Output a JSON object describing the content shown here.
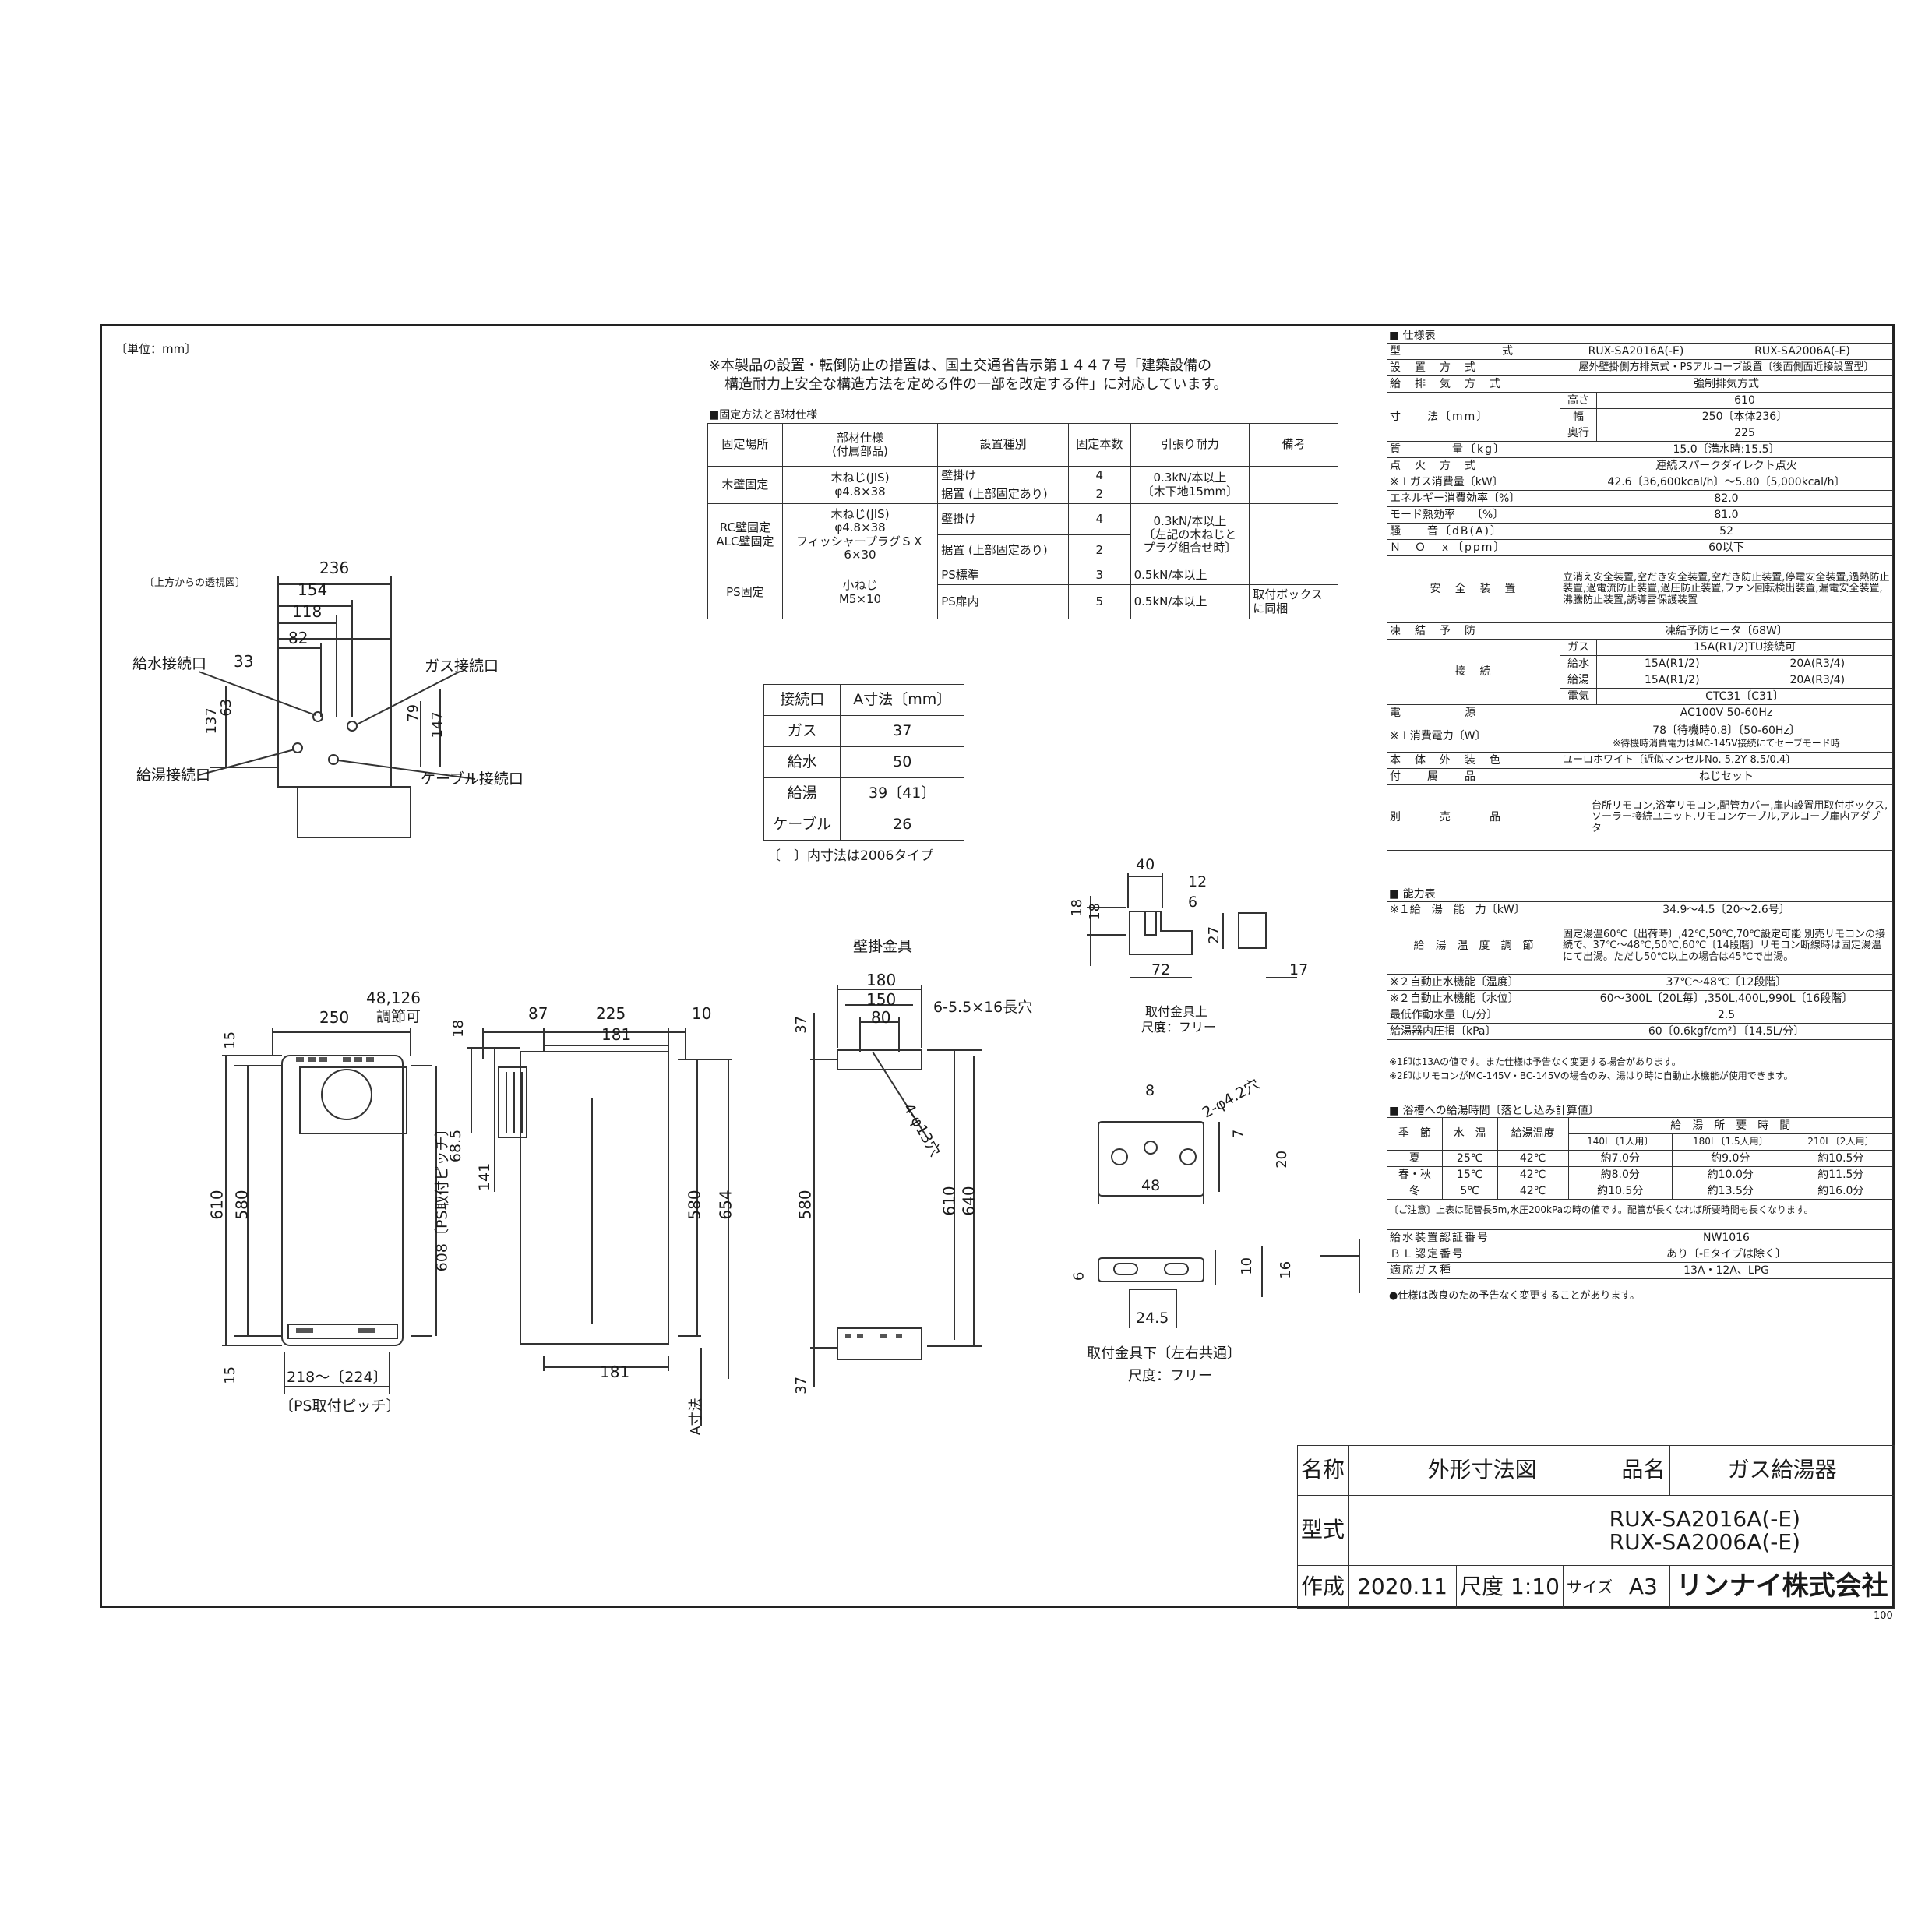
{
  "unit_note": "〔単位：mm〕",
  "notice": {
    "line1": "※本製品の設置・転倒防止の措置は、国土交通省告示第１４４７号「建築設備の",
    "line2": "構造耐力上安全な構造方法を定める件の一部を改定する件」に対応しています。"
  },
  "fix_table": {
    "title": "■固定方法と部材仕様",
    "headers": [
      "固定場所",
      "部材仕様\n(付属部品)",
      "設置種別",
      "固定本数",
      "引張り耐力",
      "備考"
    ],
    "rows": [
      [
        "木壁固定",
        "木ねじ(JIS)\nφ4.8×38",
        "壁掛け",
        "4",
        "0.3kN/本以上\n〔木下地15mm〕",
        ""
      ],
      [
        "",
        "",
        "据置 (上部固定あり)",
        "2",
        "",
        ""
      ],
      [
        "RC壁固定\nALC壁固定",
        "木ねじ(JIS)\nφ4.8×38\nフィッシャープラグＳＸ\n6×30",
        "壁掛け",
        "4",
        "0.3kN/本以上\n〔左記の木ねじと\nプラグ組合せ時〕",
        ""
      ],
      [
        "",
        "",
        "据置 (上部固定あり)",
        "2",
        "",
        ""
      ],
      [
        "PS固定",
        "小ねじ\nM5×10",
        "PS標準",
        "3",
        "0.5kN/本以上",
        ""
      ],
      [
        "",
        "",
        "PS扉内",
        "5",
        "0.5kN/本以上",
        "取付ボックス\nに同梱"
      ]
    ]
  },
  "a_table": {
    "headers": [
      "接続口",
      "A寸法〔mm〕"
    ],
    "rows": [
      [
        "ガス",
        "37"
      ],
      [
        "給水",
        "50"
      ],
      [
        "給湯",
        "39〔41〕"
      ],
      [
        "ケーブル",
        "26"
      ]
    ],
    "note": "〔　〕内寸法は2006タイプ"
  },
  "top_view": {
    "caption": "〔上方からの透視図〕",
    "dims": [
      "236",
      "154",
      "118",
      "82",
      "33",
      "63",
      "137",
      "79",
      "147"
    ],
    "labels": [
      "給水接続口",
      "ガス接続口",
      "給湯接続口",
      "ケーブル接続口"
    ]
  },
  "front_view": {
    "dims": [
      "250",
      "48,126",
      "調節可",
      "610",
      "580",
      "15",
      "15",
      "608〔PS取付ピッチ〕",
      "218〜〔224〕",
      "〔PS取付ピッチ〕"
    ]
  },
  "side_view": {
    "dims": [
      "18",
      "87",
      "225",
      "10",
      "181",
      "68.5",
      "141",
      "580",
      "654",
      "181",
      "A寸法"
    ]
  },
  "bracket_view": {
    "title": "壁掛金具",
    "dims": [
      "180",
      "150",
      "80",
      "6-5.5×16長穴",
      "4-φ13穴",
      "37",
      "580",
      "610",
      "640",
      "37"
    ]
  },
  "upper_bracket": {
    "dims": [
      "40",
      "12",
      "6",
      "18",
      "18",
      "27",
      "72",
      "17"
    ],
    "caption": "取付金具上",
    "scale": "尺度：フリー"
  },
  "lower_bracket": {
    "dims": [
      "8",
      "2-φ4.2穴",
      "7",
      "20",
      "48",
      "6",
      "10",
      "16",
      "24.5"
    ],
    "caption": "取付金具下〔左右共通〕",
    "scale": "尺度：フリー"
  },
  "spec": {
    "title": "■ 仕様表",
    "rows": [
      {
        "label": "型　　　　　　　　式",
        "v1": "RUX-SA2016A(-E)",
        "v2": "RUX-SA2006A(-E)"
      },
      {
        "label": "設　置　方　式",
        "v": "屋外壁掛側方排気式・PSアルコーブ設置〔後面側面近接設置型〕"
      },
      {
        "label": "給　排　気　方　式",
        "v": "強制排気方式"
      },
      {
        "label": "寸　　法〔mm〕",
        "sub": [
          "高さ",
          "幅",
          "奥行"
        ],
        "vals": [
          "610",
          "250〔本体236〕",
          "225"
        ]
      },
      {
        "label": "質　　　　量〔kg〕",
        "v": "15.0〔満水時:15.5〕"
      },
      {
        "label": "点　火　方　式",
        "v": "連続スパークダイレクト点火"
      },
      {
        "label": "※１ガス消費量〔kW〕",
        "v": "42.6〔36,600kcal/h〕〜5.80〔5,000kcal/h〕"
      },
      {
        "label": "エネルギー消費効率〔%〕",
        "v": "82.0"
      },
      {
        "label": "モード熱効率　　〔%〕",
        "v": "81.0"
      },
      {
        "label": "騒　　音〔dB(A)〕",
        "v": "52"
      },
      {
        "label": "Ｎ　Ｏ　ｘ〔ppm〕",
        "v": "60以下"
      },
      {
        "label": "安　全　装　置",
        "v": "立消え安全装置,空だき安全装置,空だき防止装置,停電安全装置,過熱防止装置,過電流防止装置,過圧防止装置,ファン回転検出装置,漏電安全装置,沸騰防止装置,誘導雷保護装置"
      },
      {
        "label": "凍　結　予　防",
        "v": "凍結予防ヒータ〔68W〕"
      },
      {
        "label": "接　続",
        "sub": [
          "ガス",
          "給水",
          "給湯",
          "電気"
        ],
        "vals": [
          "15A(R1/2)TU接続可",
          "15A(R1/2)|20A(R3/4)",
          "15A(R1/2)|20A(R3/4)",
          "CTC31〔C31〕"
        ]
      },
      {
        "label": "電　　　　　源",
        "v": "AC100V 50-60Hz"
      },
      {
        "label": "※１消費電力〔W〕",
        "v": "78〔待機時0.8〕〔50-60Hz〕",
        "v_extra": "※待機時消費電力はMC-145V接続にてセーブモード時"
      },
      {
        "label": "本　体　外　装　色",
        "v": "ユーロホワイト〔近似マンセルNo. 5.2Y 8.5/0.4〕"
      },
      {
        "label": "付　　属　　品",
        "v": "ねじセット"
      },
      {
        "label": "別　　　売　　　品",
        "v": "台所リモコン,浴室リモコン,配管カバー,扉内設置用取付ボックス,ソーラー接続ユニット,リモコンケーブル,アルコーブ扉内アダプタ"
      }
    ]
  },
  "capacity": {
    "title": "■ 能力表",
    "rows": [
      {
        "label": "※１給　湯　能　力〔kW〕",
        "v": "34.9〜4.5〔20〜2.6号〕"
      },
      {
        "label": "給　湯　温　度　調　節",
        "v": "固定湯温60℃〔出荷時〕,42℃,50℃,70℃設定可能 別売リモコンの接続で、37℃〜48℃,50℃,60℃〔14段階〕リモコン断線時は固定湯温にて出湯。ただし50℃以上の場合は45℃で出湯。"
      },
      {
        "label": "※２自動止水機能〔温度〕",
        "v": "37℃〜48℃〔12段階〕"
      },
      {
        "label": "※２自動止水機能〔水位〕",
        "v": "60〜300L〔20L毎〕,350L,400L,990L〔16段階〕"
      },
      {
        "label": "最低作動水量〔L/分〕",
        "v": "2.5"
      },
      {
        "label": "給湯器内圧損〔kPa〕",
        "v": "60〔0.6kgf/cm²〕〔14.5L/分〕"
      }
    ],
    "notes": [
      "※1印は13Aの値です。また仕様は予告なく変更する場合があります。",
      "※2印はリモコンがMC-145V・BC-145Vの場合のみ、湯はり時に自動止水機能が使用できます。"
    ]
  },
  "bath": {
    "title": "■ 浴槽への給湯時間〔落とし込み計算値〕",
    "headers": [
      "季　節",
      "水　温",
      "給湯温度",
      "給　湯　所　要　時　間"
    ],
    "sub_headers": [
      "140L〔1人用〕",
      "180L〔1.5人用〕",
      "210L〔2人用〕"
    ],
    "rows": [
      [
        "夏",
        "25℃",
        "42℃",
        "約7.0分",
        "約9.0分",
        "約10.5分"
      ],
      [
        "春・秋",
        "15℃",
        "42℃",
        "約8.0分",
        "約10.0分",
        "約11.5分"
      ],
      [
        "冬",
        "5℃",
        "42℃",
        "約10.5分",
        "約13.5分",
        "約16.0分"
      ]
    ],
    "note": "〔ご注意〕上表は配管長5m,水圧200kPaの時の値です。配管が長くなれば所要時間も長くなります。"
  },
  "cert": {
    "rows": [
      [
        "給水装置認証番号",
        "NW1016"
      ],
      [
        "ＢＬ認定番号",
        "あり〔-Eタイプは除く〕"
      ],
      [
        "適応ガス種",
        "13A・12A、LPG"
      ]
    ],
    "note": "●仕様は改良のため予告なく変更することがあります。"
  },
  "title_block": {
    "name_label": "名称",
    "name": "外形寸法図",
    "product_label": "品名",
    "product": "ガス給湯器",
    "model_label": "型式",
    "model1": "RUX-SA2016A(-E)",
    "model2": "RUX-SA2006A(-E)",
    "date_label": "作成",
    "date": "2020.11",
    "scale_label": "尺度",
    "scale": "1:10",
    "size_label": "サイズ",
    "size": "A3",
    "company": "リンナイ株式会社",
    "page": "100"
  }
}
